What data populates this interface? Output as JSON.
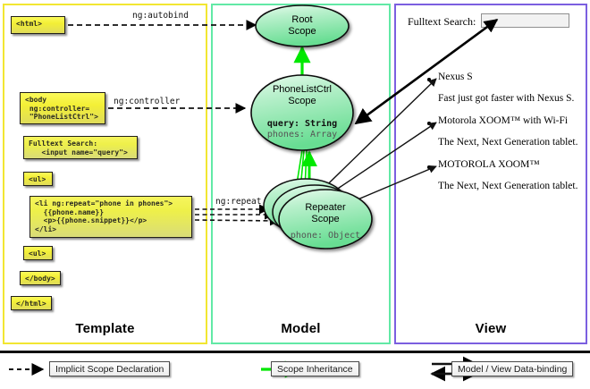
{
  "columns": {
    "template": {
      "label": "Template",
      "border_color": "#f2e632"
    },
    "model": {
      "label": "Model",
      "border_color": "#62e9a6"
    },
    "view": {
      "label": "View",
      "border_color": "#7b5fe0"
    }
  },
  "template": {
    "boxes": [
      {
        "name": "html-open-box",
        "text": "<html>"
      },
      {
        "name": "body-box",
        "text": "<body\n ng:controller=\n \"PhoneListCtrl\">"
      },
      {
        "name": "fulltext-box",
        "text": "Fulltext Search:\n   <input name=\"query\">"
      },
      {
        "name": "ul-open-box",
        "text": "<ul>"
      },
      {
        "name": "li-repeat-box",
        "text": "<li ng:repeat=\"phone in phones\">\n  {{phone.name}}\n  <p>{{phone.snippet}}</p>\n</li>"
      },
      {
        "name": "ul-close-box",
        "text": "<ul>"
      },
      {
        "name": "body-close-box",
        "text": "</body>"
      },
      {
        "name": "html-close-box",
        "text": "</html>"
      }
    ]
  },
  "edges": {
    "autobind_label": "ng:autobind",
    "controller_label": "ng:controller",
    "repeat_label": "ng:repeat"
  },
  "model": {
    "scopes": [
      {
        "name": "root-scope",
        "title_line1": "Root",
        "title_line2": "Scope",
        "props": []
      },
      {
        "name": "phonelistctrl-scope",
        "title_line1": "PhoneListCtrl",
        "title_line2": "Scope",
        "props": [
          {
            "text": "query: String",
            "bold": true
          },
          {
            "text": "phones: Array",
            "bold": false
          }
        ]
      },
      {
        "name": "repeater-scope",
        "title_line1": "Repeater",
        "title_line2": "Scope",
        "props": [
          {
            "text": "phone: Object",
            "bold": false
          }
        ]
      }
    ]
  },
  "view": {
    "search_label": "Fulltext Search:",
    "search_value": "",
    "items": [
      {
        "name": "Nexus S",
        "snippet": "Fast just got faster with Nexus S."
      },
      {
        "name": "Motorola XOOM™  with Wi-Fi",
        "snippet": "The Next, Next Generation tablet."
      },
      {
        "name": "MOTOROLA XOOM™",
        "snippet": "The Next, Next Generation tablet."
      }
    ]
  },
  "legend": [
    {
      "name": "legend-implicit-scope",
      "label": "Implicit Scope Declaration",
      "style": "dashed-black"
    },
    {
      "name": "legend-scope-inheritance",
      "label": "Scope Inheritance",
      "style": "solid-green",
      "color": "#00e800"
    },
    {
      "name": "legend-data-binding",
      "label": "Model / View Data-binding",
      "style": "double-black"
    }
  ]
}
